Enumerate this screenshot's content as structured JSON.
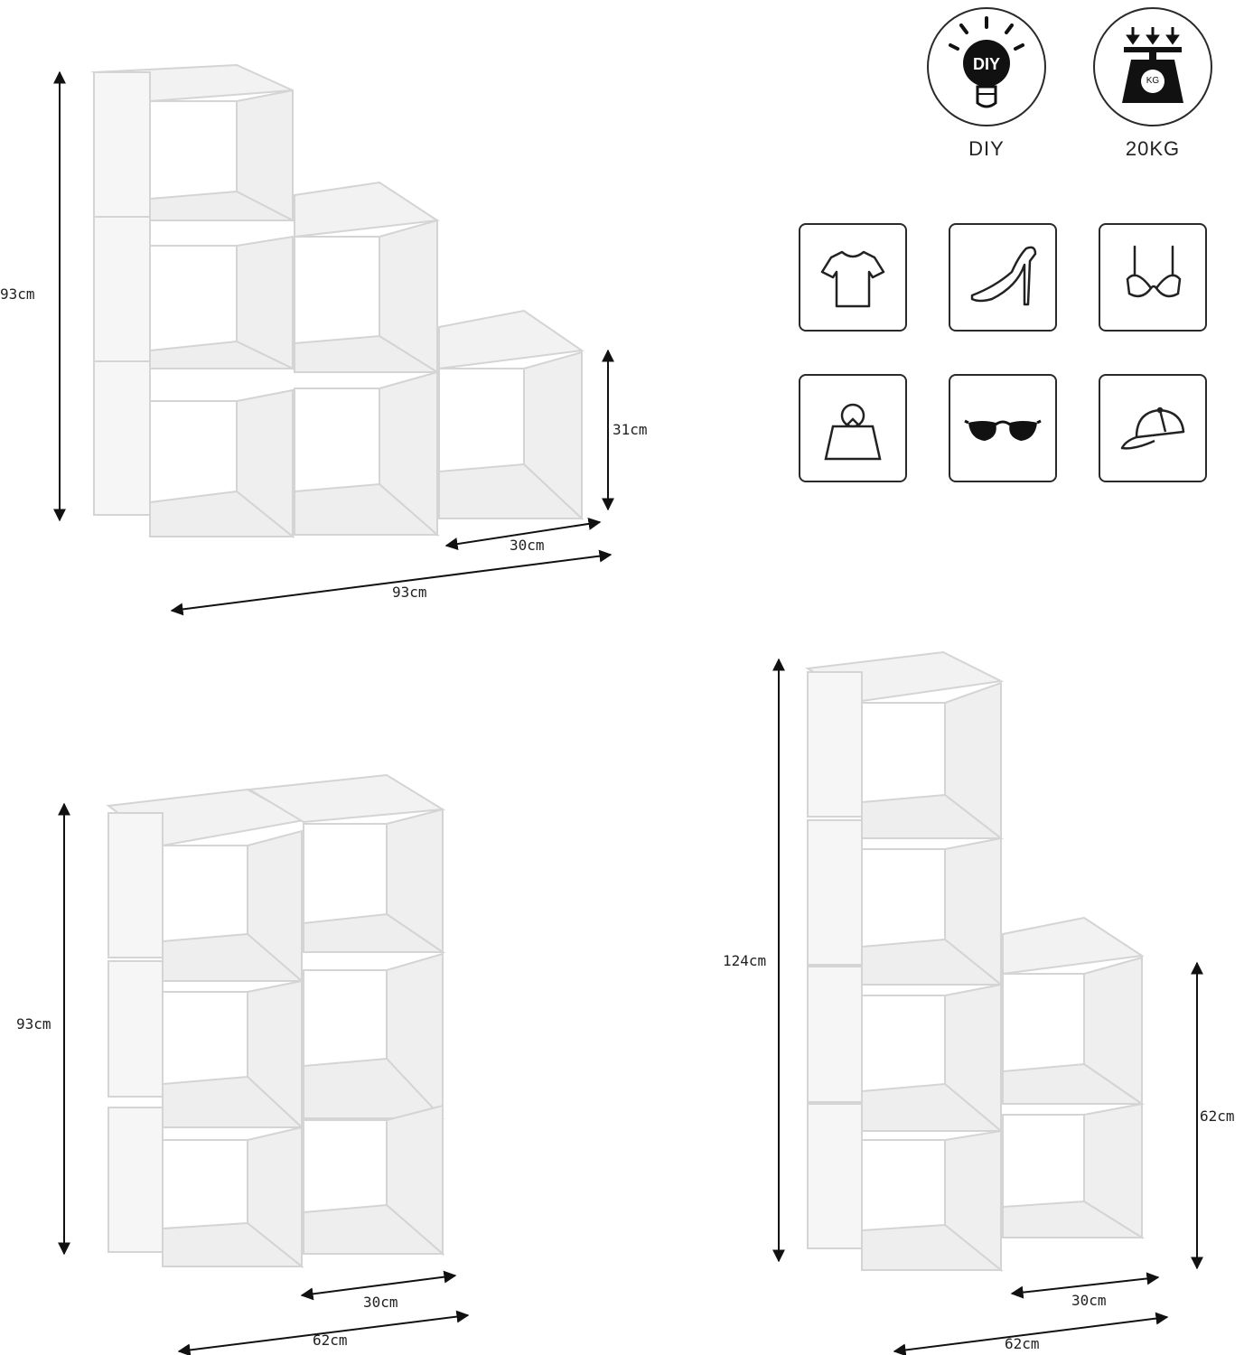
{
  "badges": {
    "diy": {
      "icon": "diy-bulb-icon",
      "label": "DIY"
    },
    "weight": {
      "icon": "weight-scale-icon",
      "label": "20KG",
      "scale_text": "KG"
    }
  },
  "usage_icons": [
    {
      "icon": "tshirt-icon"
    },
    {
      "icon": "high-heel-icon"
    },
    {
      "icon": "bra-icon"
    },
    {
      "icon": "handbag-icon"
    },
    {
      "icon": "sunglasses-icon"
    },
    {
      "icon": "cap-icon"
    }
  ],
  "configurations": {
    "staircase_6": {
      "height": "93cm",
      "cube_height": "31cm",
      "cube_width": "30cm",
      "width": "93cm"
    },
    "two_by_three": {
      "height": "93cm",
      "cube_width": "30cm",
      "width": "62cm"
    },
    "tower_l": {
      "height": "124cm",
      "lower_height": "62cm",
      "cube_width": "30cm",
      "width": "62cm"
    }
  }
}
